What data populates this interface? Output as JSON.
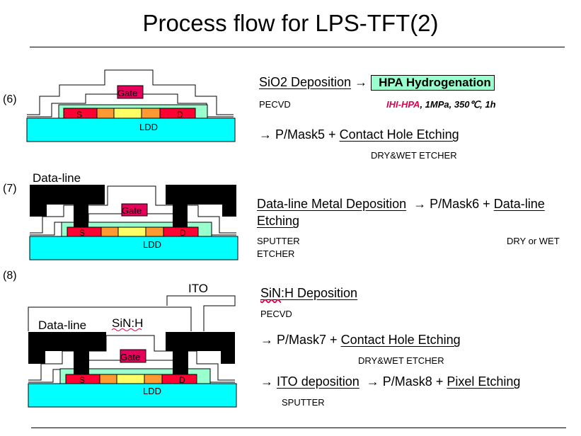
{
  "title": "Process flow for LPS-TFT(2)",
  "steps": [
    {
      "number": "(6)",
      "diagram": {
        "gate": "Gate",
        "source": "S",
        "drain": "D",
        "ldd": "LDD"
      },
      "line1": {
        "process": "SiO2 Deposition",
        "arrow": "→",
        "highlight": "HPA Hydrogenation"
      },
      "line1_sub": {
        "equipment": "PECVD",
        "cond_name": "IHI-HPA",
        "cond_rest": ", 1MPa, 350℃, 1h"
      },
      "line2": {
        "arrow": "→",
        "mask": "P/Mask5 +",
        "process": "Contact Hole Etching"
      },
      "line2_sub": "DRY&WET ETCHER"
    },
    {
      "number": "(7)",
      "diagram": {
        "label": "Data-line",
        "gate": "Gate",
        "source": "S",
        "drain": "D",
        "ldd": "LDD"
      },
      "line1": {
        "process": "Data-line Metal Deposition",
        "arrow": "→",
        "mask": "P/Mask6 +",
        "process2a": "Data-line",
        "process2b": "Etching"
      },
      "sub_left1": "SPUTTER",
      "sub_left2": "ETCHER",
      "sub_right": "DRY or WET"
    },
    {
      "number": "(8)",
      "diagram": {
        "ito": "ITO",
        "label": "Data-line",
        "sin": "SiN:H",
        "gate": "Gate",
        "source": "S",
        "drain": "D",
        "ldd": "LDD"
      },
      "line1": {
        "process_wavy": "SiN",
        "process_rest": ":H Deposition"
      },
      "line1_sub": "PECVD",
      "line2": {
        "arrow": "→",
        "mask": "P/Mask7 +",
        "process": "Contact Hole Etching"
      },
      "line2_sub": "DRY&WET ETCHER",
      "line3": {
        "arrow": "→",
        "process": "ITO deposition",
        "arrow2": "→",
        "mask": "P/Mask8 +",
        "process2": "Pixel Etching"
      },
      "line3_sub": "SPUTTER"
    }
  ],
  "colors": {
    "substrate": "#00ffff",
    "oxide_green": "#99ffcc",
    "gate": "#e6005c",
    "source_drain": "#ff0033",
    "ldd_orange": "#ff9933",
    "channel": "#ffff66",
    "metal": "#000000"
  }
}
